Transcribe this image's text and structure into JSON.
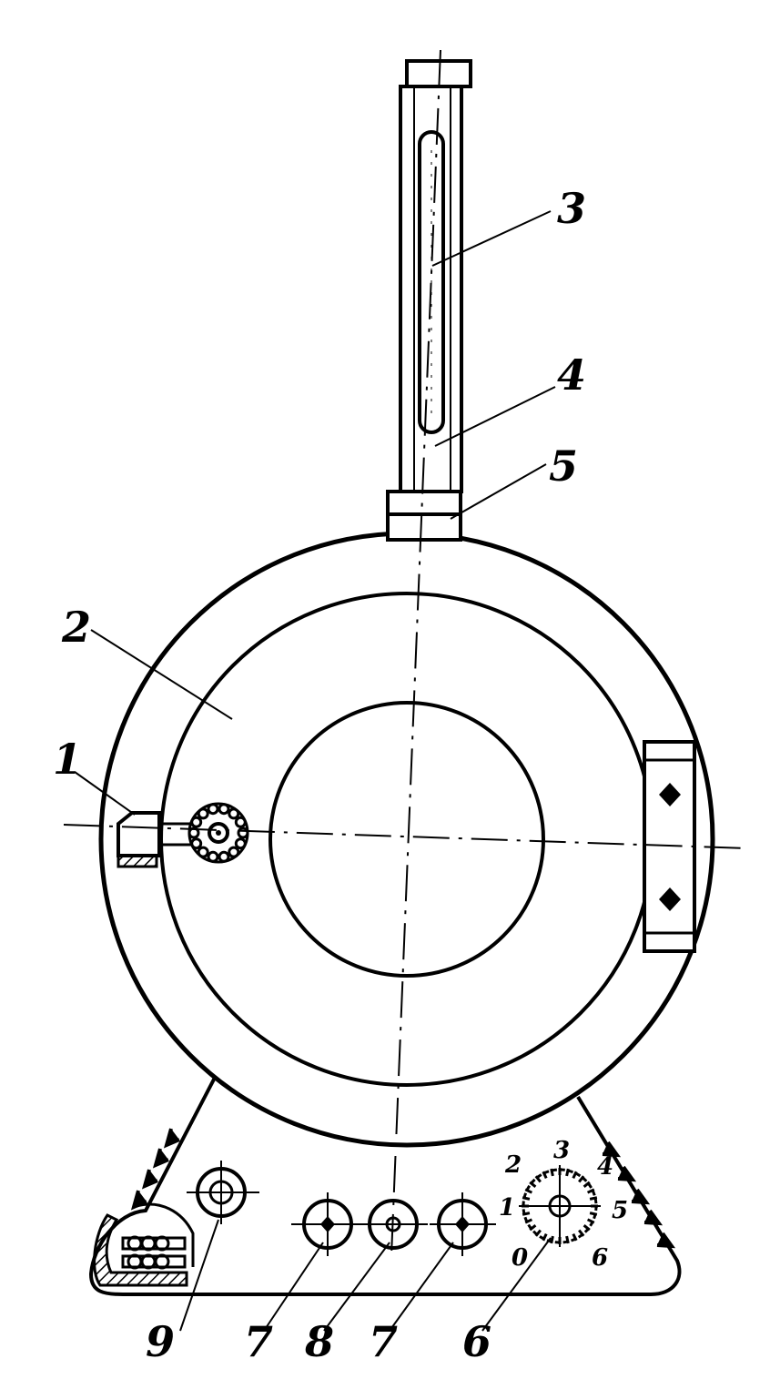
{
  "callouts": {
    "c1": "1",
    "c2": "2",
    "c3": "3",
    "c4": "4",
    "c5": "5",
    "c6": "6",
    "c7a": "7",
    "c7b": "7",
    "c8": "8",
    "c9": "9"
  },
  "dial_scale": {
    "d0": "0",
    "d1": "1",
    "d2": "2",
    "d3": "3",
    "d4": "4",
    "d5": "5",
    "d6": "6"
  },
  "colors": {
    "ink": "#000000",
    "paper": "#ffffff"
  }
}
